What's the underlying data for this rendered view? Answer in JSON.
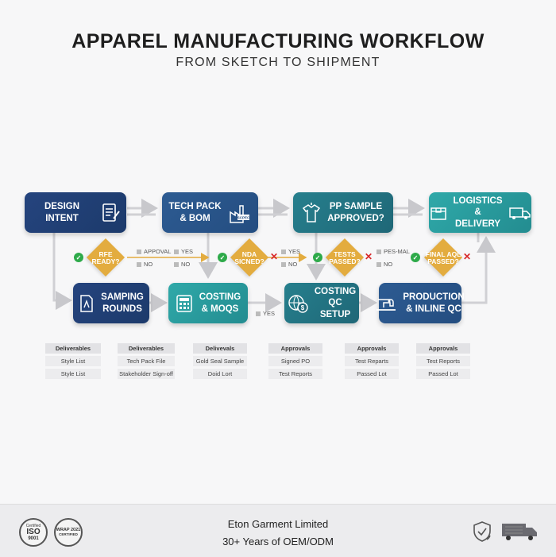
{
  "header": {
    "title": "APPAREL MANUFACTURING WORKFLOW",
    "subtitle": "FROM SKETCH TO SHIPMENT"
  },
  "boxes": {
    "design_intent": "DESIGN INTENT",
    "tech_pack": "TECH PACK\n& BOM",
    "pp_sample": "PP SAMPLE\nAPPROVED?",
    "logistics": "LOGISTICS &\nDELIVERY",
    "sampling": "SAMPING\nROUNDS",
    "costing_moqs": "COSTING\n& MOQS",
    "costing_qc": "COSTING\nQC SETUP",
    "production": "PRODUCTION\n& INLINE QC"
  },
  "decisions": {
    "rfe_ready": "RFE\nREADY?",
    "nda_signed": "NDA\nSICNED?",
    "tests_passed": "TESTS\nPASSED?",
    "final_aql": "FINAL AQL\nPASSED?"
  },
  "branch_labels": {
    "approval": "APPOVAL",
    "yes1": "YES",
    "no1": "NO",
    "no2": "NO",
    "yes2": "YES",
    "no3": "NO",
    "pes_mal": "PES-MAL",
    "no4": "NO",
    "yes_costing": "YES"
  },
  "tech_pack_badge": "SCPEC",
  "tables": [
    {
      "header": "Deliverables",
      "rows": [
        "Style List",
        "Style List"
      ]
    },
    {
      "header": "Deliverables",
      "rows": [
        "Tech Pack File",
        "Stakeholder Sign-off"
      ]
    },
    {
      "header": "Delivevals",
      "rows": [
        "Gold Seal Sample",
        "Doid Lort"
      ]
    },
    {
      "header": "Approvals",
      "rows": [
        "Signed PO",
        "Test Reports"
      ]
    },
    {
      "header": "Approvals",
      "rows": [
        "Test Reparts",
        "Passed Lot"
      ]
    },
    {
      "header": "Approvals",
      "rows": [
        "Test Reports",
        "Passed Lot"
      ]
    }
  ],
  "footer": {
    "company": "Eton Garment Limited",
    "tagline": "30+ Years of OEM/ODM",
    "iso_top": "Certified",
    "iso_main": "ISO",
    "iso_num": "9001",
    "cert_main": "WRAP 2021",
    "cert_sub": "CERTIFIED"
  },
  "colors": {
    "navy": "#25447e",
    "teal": "#2fa9a9",
    "diamond": "#e3ac3f",
    "check": "#2eaa4a",
    "cross": "#d8282a"
  },
  "icons": [
    "checklist-icon",
    "factory-icon",
    "shirt-icon",
    "box-icon",
    "truck-icon",
    "garment-sample-icon",
    "calculator-icon",
    "money-globe-icon",
    "sewing-machine-icon"
  ]
}
